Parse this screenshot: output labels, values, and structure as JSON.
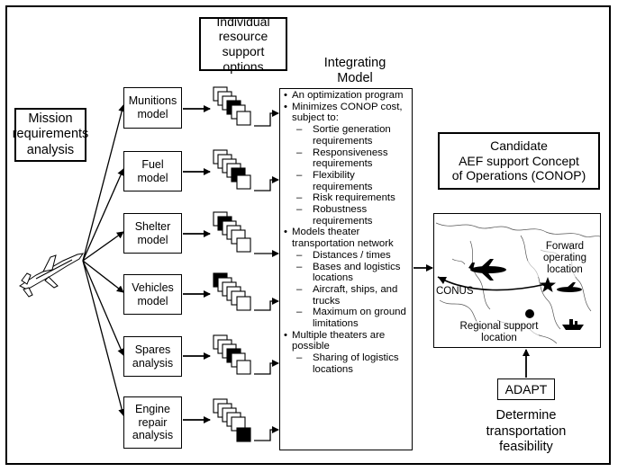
{
  "mission": {
    "line1": "Mission",
    "line2": "requirements",
    "line3": "analysis"
  },
  "resource_header": {
    "line1": "Individual",
    "line2": "resource",
    "line3": "support options"
  },
  "integrating": {
    "line1": "Integrating",
    "line2": "Model"
  },
  "models": [
    {
      "line1": "Munitions",
      "line2": "model",
      "line3": ""
    },
    {
      "line1": "Fuel",
      "line2": "model",
      "line3": ""
    },
    {
      "line1": "Shelter",
      "line2": "model",
      "line3": ""
    },
    {
      "line1": "Vehicles",
      "line2": "model",
      "line3": ""
    },
    {
      "line1": "Spares",
      "line2": "analysis",
      "line3": ""
    },
    {
      "line1": "Engine",
      "line2": "repair",
      "line3": "analysis"
    }
  ],
  "model_list": {
    "b1": "An optimization program",
    "b2": "Minimizes CONOP cost, subject to:",
    "b2_subs": [
      "Sortie generation requirements",
      "Responsiveness requirements",
      "Flexibility requirements",
      "Risk requirements",
      "Robustness requirements"
    ],
    "b3": "Models theater transportation network",
    "b3_subs": [
      "Distances / times",
      "Bases and logistics locations",
      "Aircraft, ships, and trucks",
      "Maximum on ground limitations"
    ],
    "b4": "Multiple theaters are possible",
    "b4_subs": [
      "Sharing of logistics locations"
    ]
  },
  "candidate": {
    "line1": "Candidate",
    "line2": "AEF support Concept",
    "line3": "of Operations (CONOP)"
  },
  "map": {
    "forward": "Forward operating location",
    "conus": "CONUS",
    "regional": "Regional support location"
  },
  "adapt": "ADAPT",
  "determine": {
    "line1": "Determine",
    "line2": "transportation",
    "line3": "feasibility"
  }
}
